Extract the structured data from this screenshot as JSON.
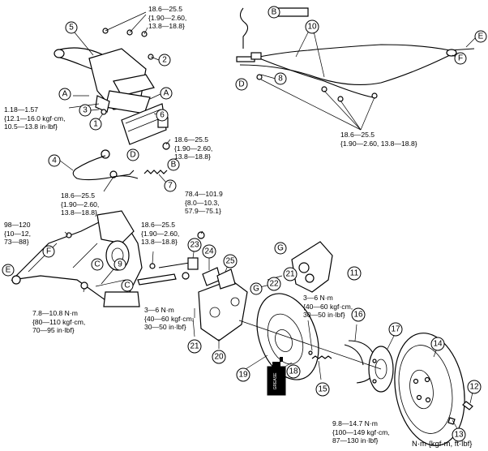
{
  "torque_specs": {
    "t1": [
      "18.6—25.5",
      "{1.90—2.60,",
      "13.8—18.8}"
    ],
    "t2": [
      "1.18—1.57",
      "{12.1—16.0 kgf·cm,",
      "10.5—13.8 in·lbf}"
    ],
    "t3": [
      "18.6—25.5",
      "{1.90—2.60,",
      "13.8—18.8}"
    ],
    "t4": [
      "18.6—25.5",
      "{1.90—2.60,",
      "13.8—18.8}"
    ],
    "t5": [
      "18.6—25.5",
      "{1.90—2.60, 13.8—18.8}"
    ],
    "t6": [
      "78.4—101.9",
      "{8.0—10.3,",
      "57.9—75.1}"
    ],
    "t7": [
      "98—120",
      "{10—12,",
      "73—88}"
    ],
    "t8": [
      "18.6—25.5",
      "{1.90—2.60,",
      "13.8—18.8}"
    ],
    "t9": [
      "3—6 N·m",
      "{40—60 kgf·cm,",
      "30—50 in·lbf}"
    ],
    "t10": [
      "3—6 N·m",
      "{40—60 kgf·cm,",
      "30—50 in·lbf}"
    ],
    "t11": [
      "7.8—10.8 N·m",
      "{80—110 kgf·cm,",
      "70—95 in·lbf}"
    ],
    "t12": [
      "9.8—14.7 N·m",
      "{100—149 kgf·cm,",
      "87—130 in·lbf}"
    ]
  },
  "unit_legend": "N·m {kgf·m, ft·lbf}",
  "part_numbers": [
    "1",
    "2",
    "3",
    "4",
    "5",
    "6",
    "7",
    "8",
    "9",
    "10",
    "11",
    "12",
    "13",
    "14",
    "15",
    "16",
    "17",
    "18",
    "19",
    "20",
    "21",
    "21",
    "22",
    "23",
    "24",
    "25"
  ],
  "reference_letters": [
    "A",
    "A",
    "B",
    "B",
    "C",
    "C",
    "D",
    "D",
    "E",
    "E",
    "F",
    "F",
    "G",
    "G"
  ],
  "grease_label": "GREASE"
}
